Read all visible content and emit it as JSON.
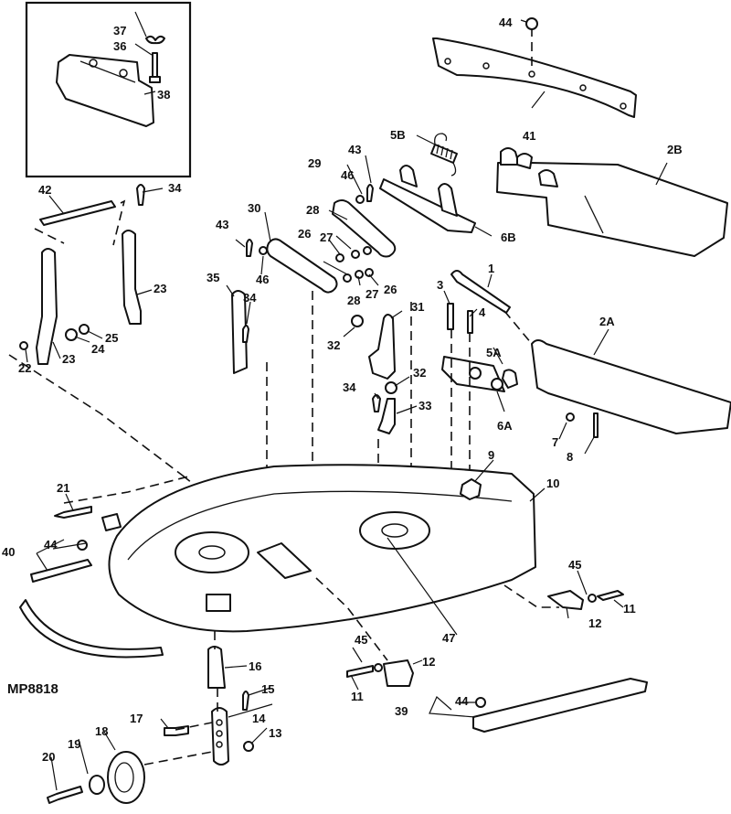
{
  "diagram": {
    "type": "exploded-parts-diagram",
    "subject": "Mower deck assembly",
    "figure_code": "MP8818",
    "callouts": [
      {
        "id": "c1",
        "label": "1"
      },
      {
        "id": "c2a",
        "label": "2A"
      },
      {
        "id": "c2b",
        "label": "2B"
      },
      {
        "id": "c3",
        "label": "3"
      },
      {
        "id": "c4",
        "label": "4"
      },
      {
        "id": "c5a",
        "label": "5A"
      },
      {
        "id": "c5b",
        "label": "5B"
      },
      {
        "id": "c6a",
        "label": "6A"
      },
      {
        "id": "c6b",
        "label": "6B"
      },
      {
        "id": "c7",
        "label": "7"
      },
      {
        "id": "c8",
        "label": "8"
      },
      {
        "id": "c9",
        "label": "9"
      },
      {
        "id": "c10",
        "label": "10"
      },
      {
        "id": "c11a",
        "label": "11"
      },
      {
        "id": "c11b",
        "label": "11"
      },
      {
        "id": "c12a",
        "label": "12"
      },
      {
        "id": "c12b",
        "label": "12"
      },
      {
        "id": "c13",
        "label": "13"
      },
      {
        "id": "c14",
        "label": "14"
      },
      {
        "id": "c15",
        "label": "15"
      },
      {
        "id": "c16",
        "label": "16"
      },
      {
        "id": "c17",
        "label": "17"
      },
      {
        "id": "c18",
        "label": "18"
      },
      {
        "id": "c19",
        "label": "19"
      },
      {
        "id": "c20",
        "label": "20"
      },
      {
        "id": "c21",
        "label": "21"
      },
      {
        "id": "c22",
        "label": "22"
      },
      {
        "id": "c23a",
        "label": "23"
      },
      {
        "id": "c23b",
        "label": "23"
      },
      {
        "id": "c24",
        "label": "24"
      },
      {
        "id": "c25",
        "label": "25"
      },
      {
        "id": "c26a",
        "label": "26"
      },
      {
        "id": "c26b",
        "label": "26"
      },
      {
        "id": "c27a",
        "label": "27"
      },
      {
        "id": "c27b",
        "label": "27"
      },
      {
        "id": "c28a",
        "label": "28"
      },
      {
        "id": "c28b",
        "label": "28"
      },
      {
        "id": "c29",
        "label": "29"
      },
      {
        "id": "c30",
        "label": "30"
      },
      {
        "id": "c31",
        "label": "31"
      },
      {
        "id": "c32a",
        "label": "32"
      },
      {
        "id": "c32b",
        "label": "32"
      },
      {
        "id": "c33",
        "label": "33"
      },
      {
        "id": "c34a",
        "label": "34"
      },
      {
        "id": "c34b",
        "label": "34"
      },
      {
        "id": "c34c",
        "label": "34"
      },
      {
        "id": "c35",
        "label": "35"
      },
      {
        "id": "c36",
        "label": "36"
      },
      {
        "id": "c37",
        "label": "37"
      },
      {
        "id": "c38",
        "label": "38"
      },
      {
        "id": "c39",
        "label": "39"
      },
      {
        "id": "c40",
        "label": "40"
      },
      {
        "id": "c41",
        "label": "41"
      },
      {
        "id": "c42",
        "label": "42"
      },
      {
        "id": "c43a",
        "label": "43"
      },
      {
        "id": "c43b",
        "label": "43"
      },
      {
        "id": "c44a",
        "label": "44"
      },
      {
        "id": "c44b",
        "label": "44"
      },
      {
        "id": "c44c",
        "label": "44"
      },
      {
        "id": "c45a",
        "label": "45"
      },
      {
        "id": "c45b",
        "label": "45"
      },
      {
        "id": "c46a",
        "label": "46"
      },
      {
        "id": "c46b",
        "label": "46"
      },
      {
        "id": "c47",
        "label": "47"
      }
    ]
  }
}
